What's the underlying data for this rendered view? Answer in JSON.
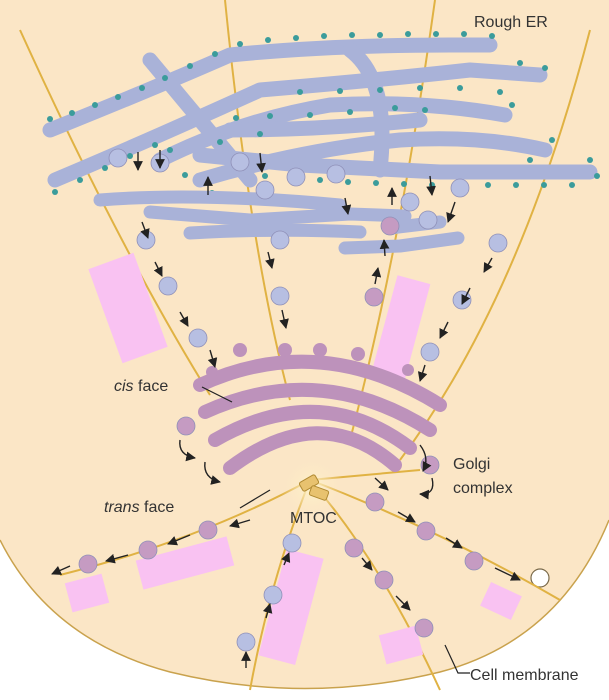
{
  "labels": {
    "rough_er": "Rough ER",
    "cis_italic": "cis",
    "cis_rest": " face",
    "trans_italic": "trans",
    "trans_rest": " face",
    "golgi_line1": "Golgi",
    "golgi_line2": "complex",
    "mtoc": "MTOC",
    "cell_membrane": "Cell membrane"
  },
  "colors": {
    "cytoplasm": "#fbe6c6",
    "microtubule": "#e0b243",
    "er": "#a9b2d8",
    "ribosome": "#3b9c9b",
    "golgi": "#bd92bb",
    "vesicle_er": "#b7bfe2",
    "vesicle_golgi": "#c59bc2",
    "pink_block": "#f9c2f2",
    "mtoc": "#e8c26f"
  }
}
